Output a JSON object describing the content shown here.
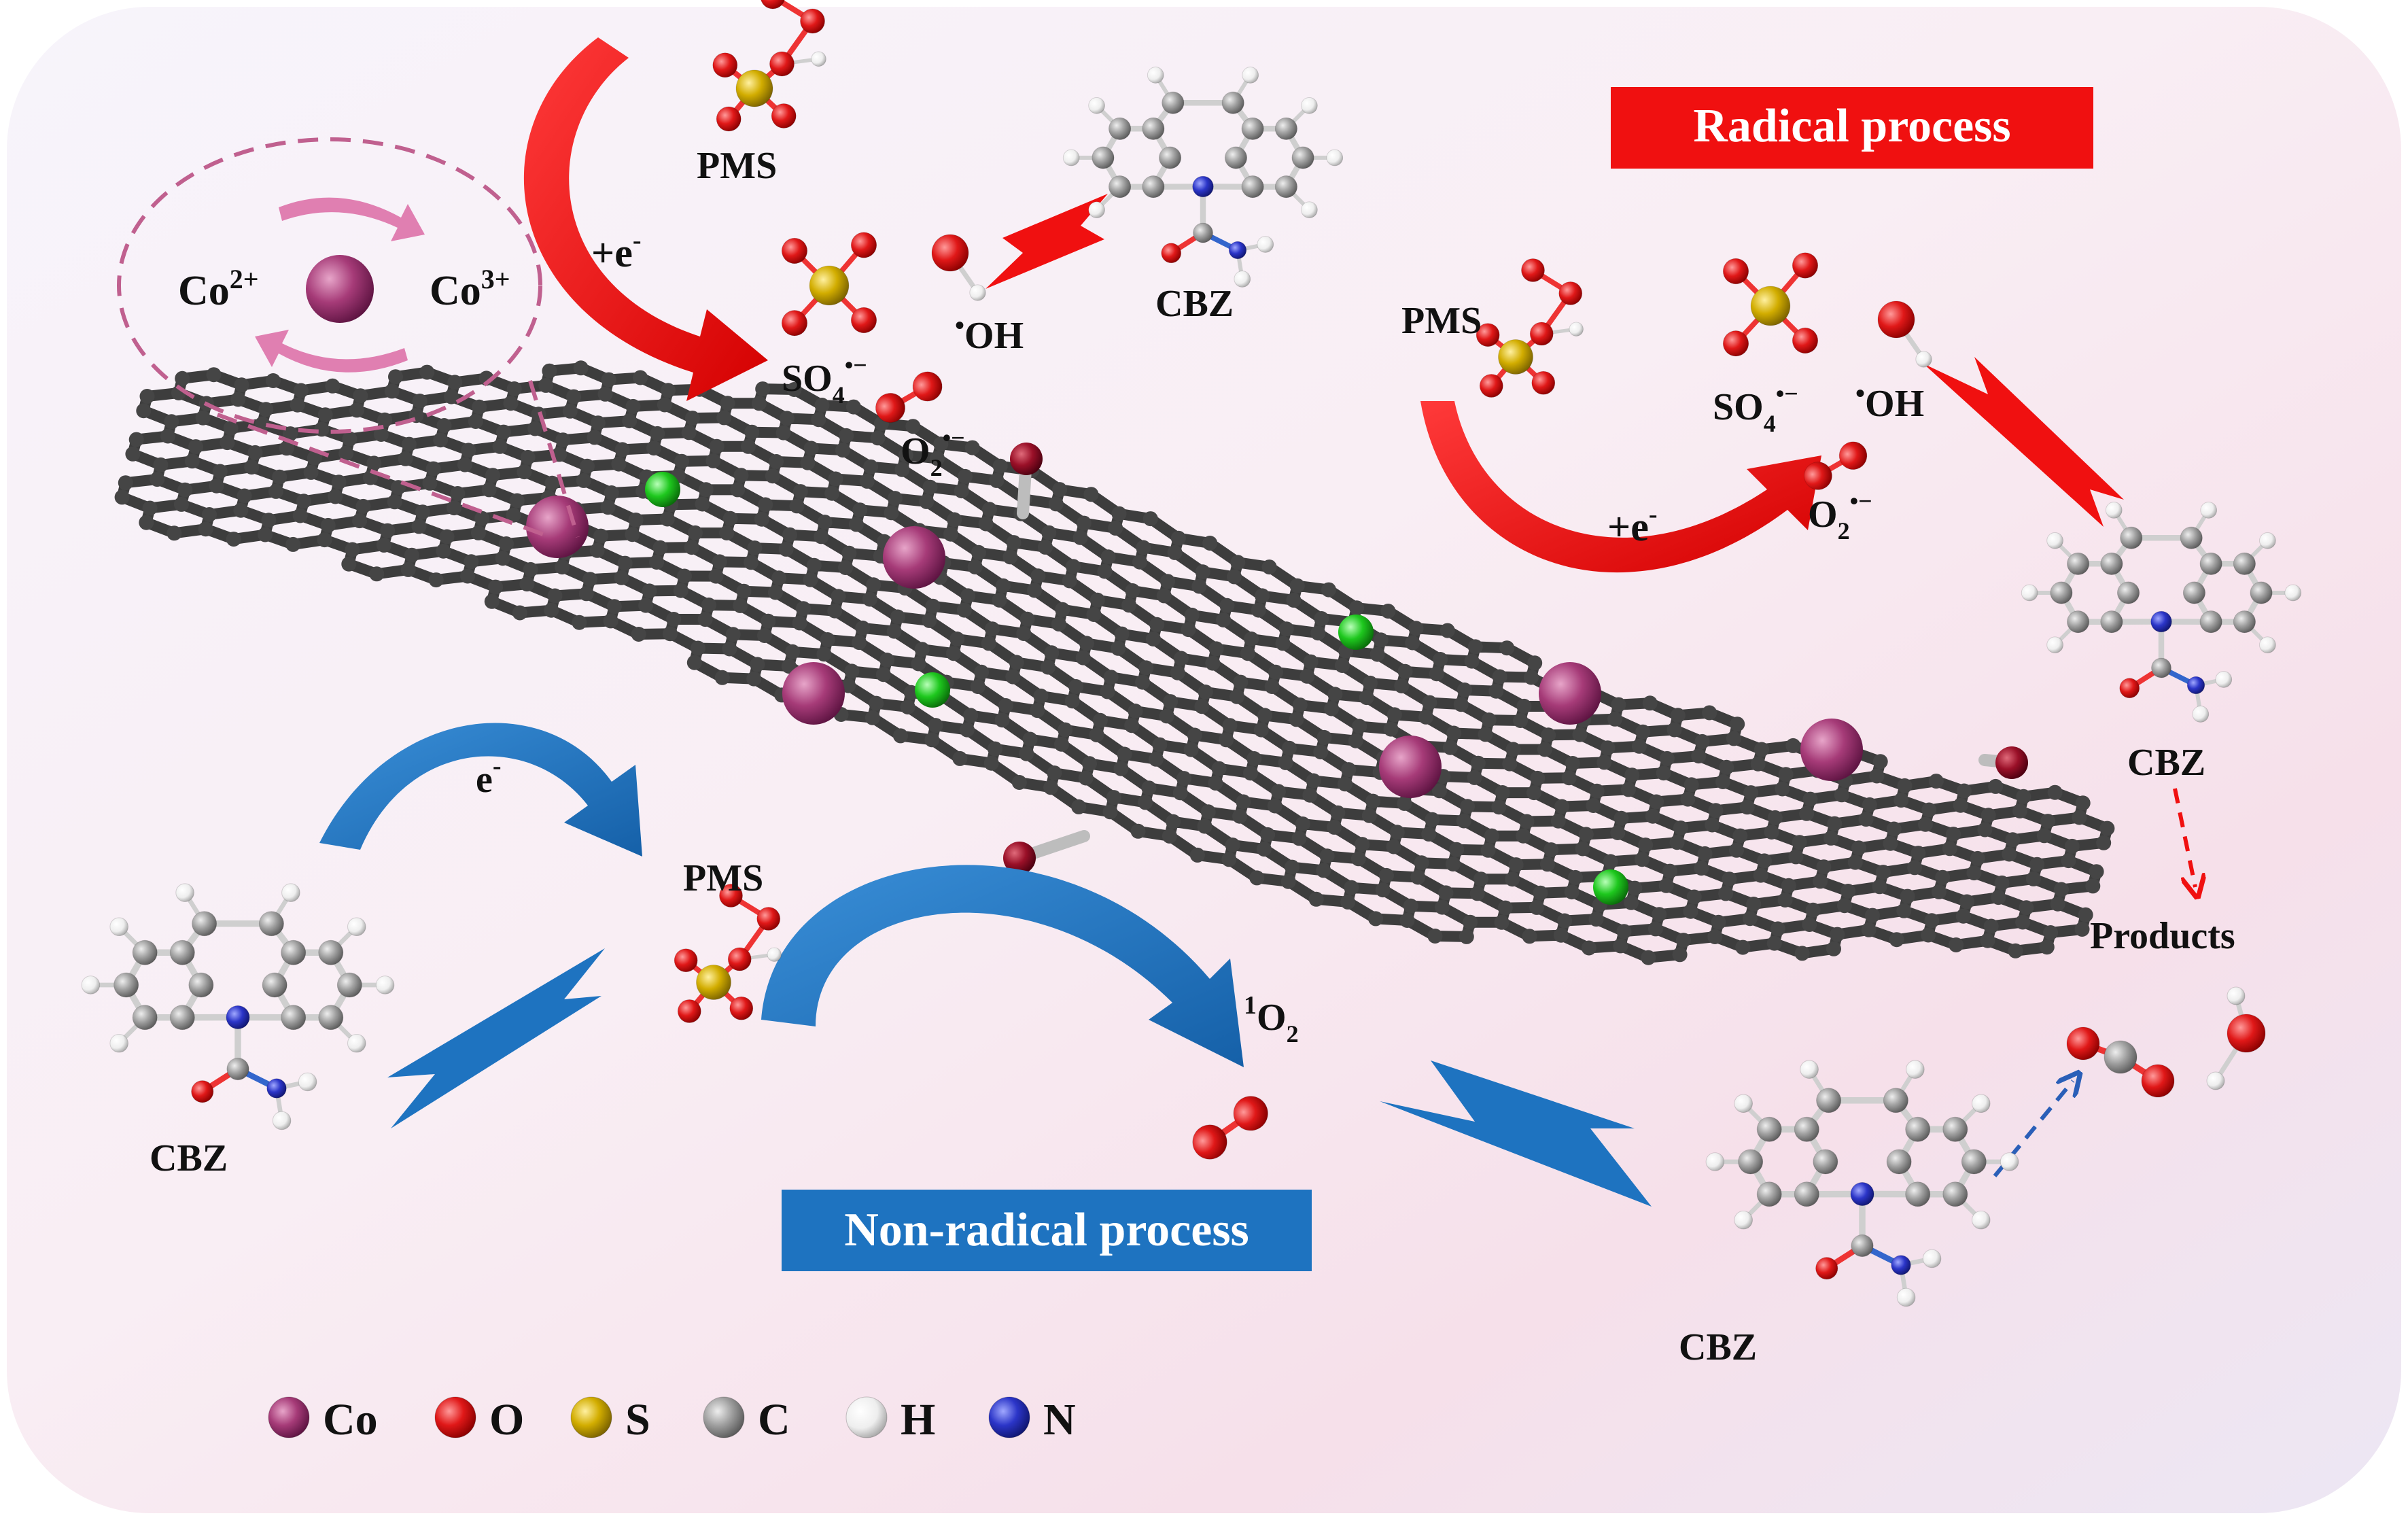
{
  "banners": {
    "radical": "Radical process",
    "nonradical": "Non-radical process"
  },
  "labels": {
    "pms": "PMS",
    "cbz": "CBZ",
    "plus_e": "+e",
    "e": "e",
    "minus_sup": "-",
    "so4": "SO",
    "so4_sub": "4",
    "radical_sup": "•−",
    "oh": "OH",
    "o2": "O",
    "o2_sub": "2",
    "singlet_sup": "1",
    "products": "Products",
    "co2": "Co",
    "co2_sup": "2+",
    "co3": "Co",
    "co3_sup": "3+"
  },
  "legend": [
    {
      "symbol": "Co",
      "color": "#9b2d6c"
    },
    {
      "symbol": "O",
      "color": "#e01818"
    },
    {
      "symbol": "S",
      "color": "#c9a400"
    },
    {
      "symbol": "C",
      "color": "#9a9a9a"
    },
    {
      "symbol": "H",
      "color": "#f2f2f2"
    },
    {
      "symbol": "N",
      "color": "#2b35c8"
    }
  ],
  "colors": {
    "radical_red": "#f01010",
    "nonradical_blue": "#1e73c0",
    "cobalt": "#9b2d6c",
    "graphene": "#3d3d3d",
    "nitrogen_dopant": "#1ec81e",
    "dashed_pink": "#c0608f"
  }
}
